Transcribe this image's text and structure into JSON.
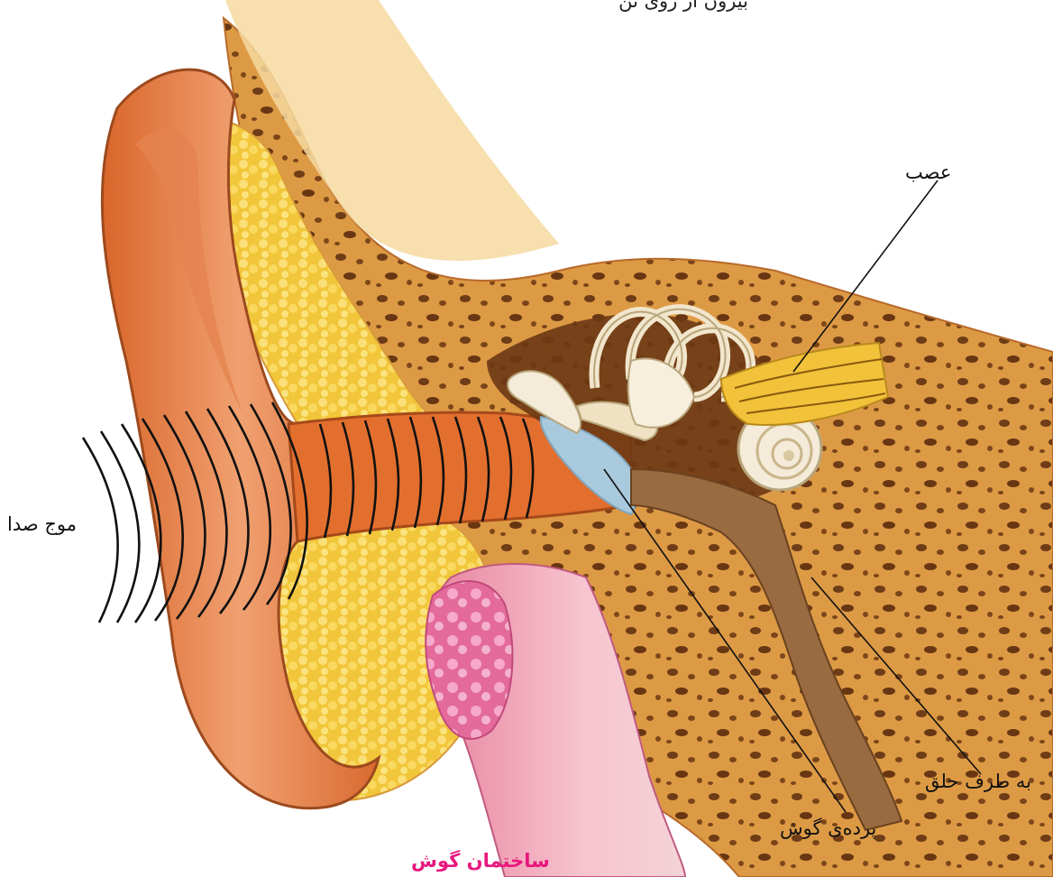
{
  "top_text": "بیرون از روی تن",
  "labels": {
    "nerve": "عصب",
    "sound_wave": "موج صدا",
    "to_throat": "به طرف حلق",
    "eardrum": "پرده‌ی گوش"
  },
  "caption": "ساختمان گوش",
  "colors": {
    "caption": "#e8177d",
    "ear_skin": "#e0773a",
    "bone": "#d9923a",
    "fat": "#f5c93a",
    "muscle": "#e8799e",
    "eardrum": "#a9c9dc",
    "cochlea": "#f4ebd8",
    "nerve": "#f2c23a"
  },
  "icons": [
    "outer-ear",
    "ear-canal",
    "sound-wave-arcs",
    "eardrum",
    "ossicles",
    "cochlea",
    "semicircular-canals",
    "nerve-bundle",
    "eustachian-tube",
    "skull-bone"
  ]
}
